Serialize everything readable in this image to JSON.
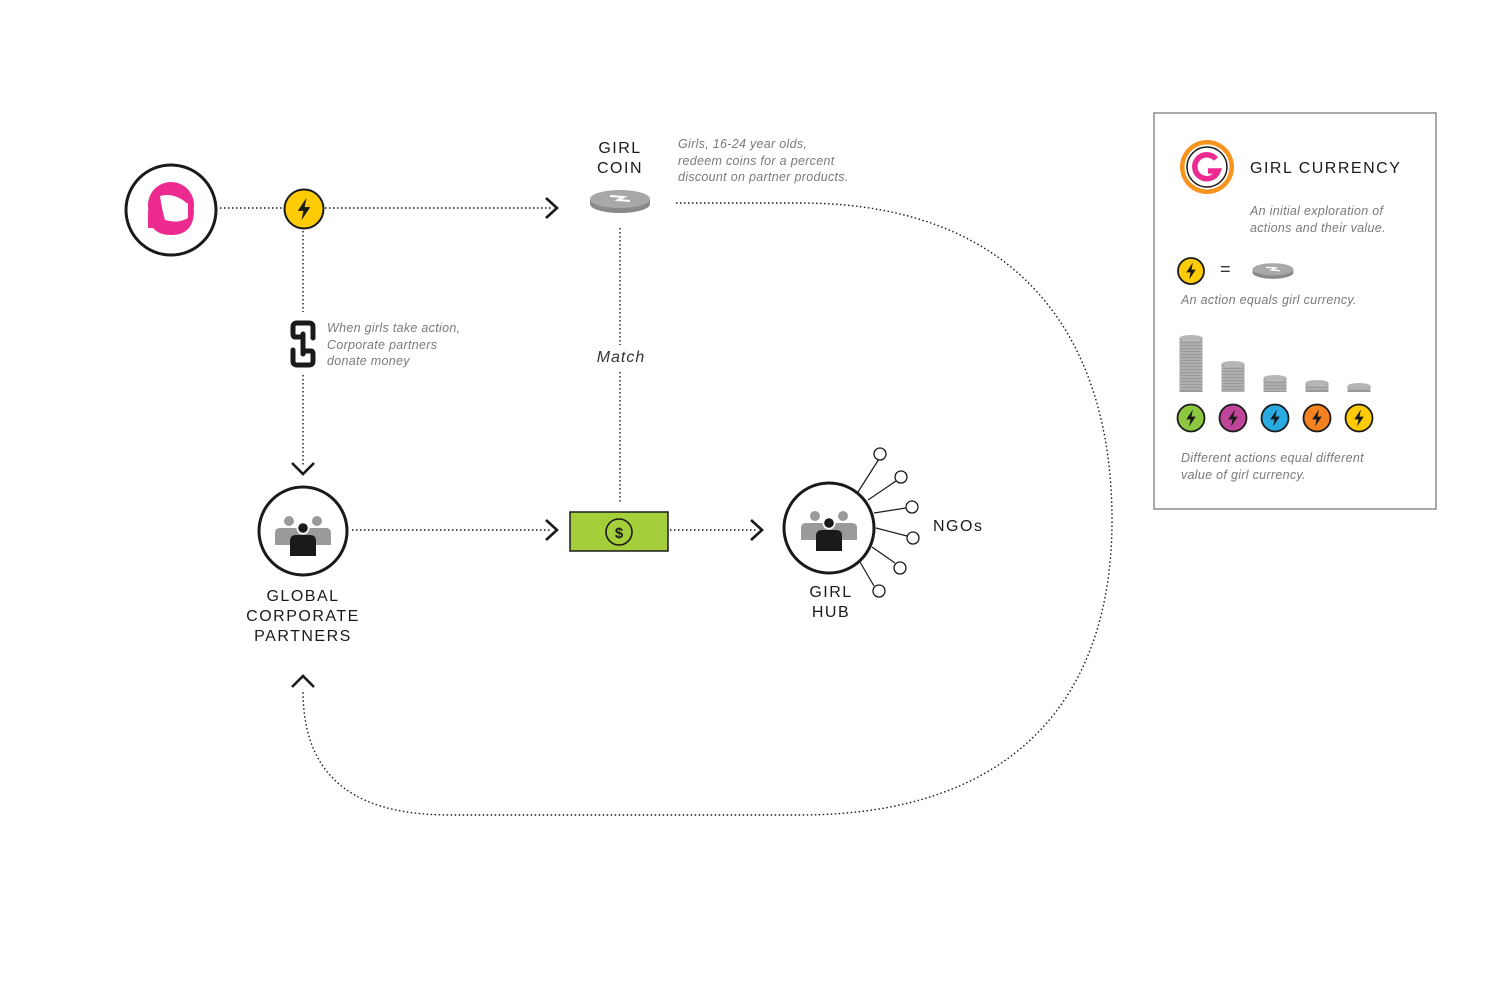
{
  "nodes": {
    "girl_coin_label": "GIRL\nCOIN",
    "girl_coin_note": "Girls, 16-24 year olds,\nredeem coins for a percent\ndiscount on partner products.",
    "link_note": "When girls take action,\nCorporate partners\ndonate money",
    "match_label": "Match",
    "corporate_label": "GLOBAL\nCORPORATE\nPARTNERS",
    "hub_label": "GIRL\nHUB",
    "ngos_label": "NGOs"
  },
  "legend": {
    "title": "GIRL CURRENCY",
    "subtitle": "An initial exploration of\nactions and their value.",
    "equals_symbol": "=",
    "equation_caption": "An action equals girl currency.",
    "bottom_caption": "Different actions equal different\nvalue of girl currency.",
    "action_colors": [
      "#8dc63f",
      "#c1449b",
      "#29abe2",
      "#f58220",
      "#ffcb05"
    ]
  },
  "colors": {
    "girl_pink": "#ec2a8f",
    "action_yellow": "#ffcb05",
    "money_green": "#a5cf3a",
    "coin_gray": "#9a9a9a",
    "logo_orange": "#f7941d"
  },
  "icons": [
    "girl-avatar-icon",
    "lightning-icon",
    "coin-icon",
    "chain-link-icon",
    "people-group-icon",
    "dollar-bill-icon",
    "g-logo-icon"
  ]
}
